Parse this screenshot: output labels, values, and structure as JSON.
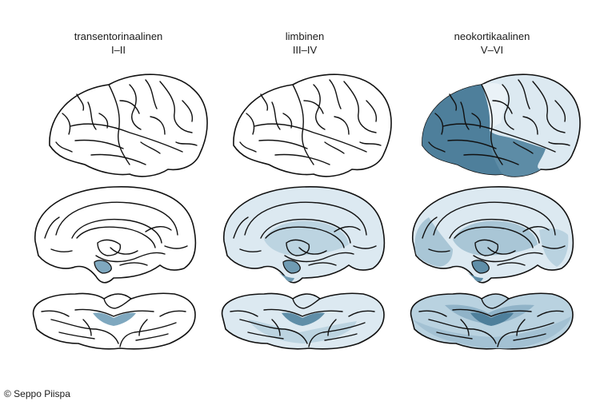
{
  "stages": [
    {
      "title": "transentorinaalinen",
      "range": "I–II"
    },
    {
      "title": "limbinen",
      "range": "III–IV"
    },
    {
      "title": "neokortikaalinen",
      "range": "V–VI"
    }
  ],
  "colors": {
    "outline": "#111111",
    "light_fill": "#dce9f1",
    "medium_fill": "#a9c6d6",
    "dark_fill": "#4e7f9b",
    "paper": "#ffffff"
  },
  "views": [
    "lateral",
    "medial",
    "ventral"
  ],
  "copyright": "© Seppo Piispa"
}
